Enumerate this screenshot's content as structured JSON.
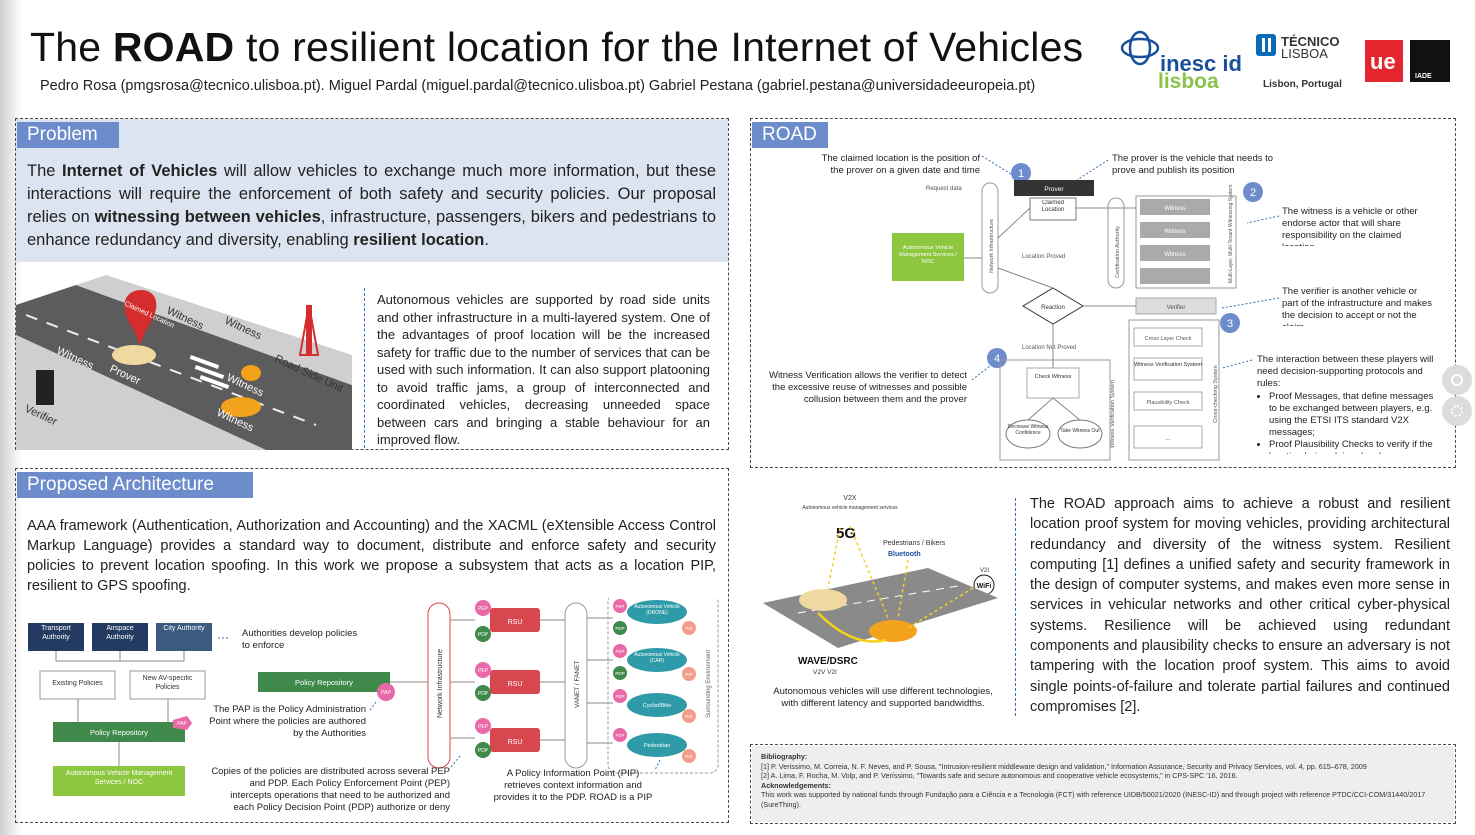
{
  "header": {
    "title_pre": "The ",
    "title_bold": "ROAD",
    "title_post": " to resilient location for the Internet of Vehicles",
    "authors": "Pedro Rosa (pmgsrosa@tecnico.ulisboa.pt).  Miguel Pardal (miguel.pardal@tecnico.ulisboa.pt)  Gabriel Pestana (gabriel.pestana@universidadeeuropeia.pt)"
  },
  "logos": {
    "inesc_top": "inesc id",
    "inesc_bottom": "lisboa",
    "tecnico_top": "TÉCNICO",
    "tecnico_bottom": "LISBOA",
    "city": "Lisbon, Portugal",
    "ue": "ue",
    "iade": "IADE"
  },
  "problem": {
    "heading": "Problem",
    "p1": "The ",
    "b1": "Internet of Vehicles",
    "p2": " will allow vehicles to exchange much more information, but these interactions will require the enforcement of both safety and security policies. Our proposal relies on ",
    "b2": "witnessing between vehicles",
    "p3": ", infrastructure, passengers, bikers and pedestrians to enhance redundancy and diversity, enabling ",
    "b3": "resilient location",
    "p4": ".",
    "text": "Autonomous vehicles are supported by road side units and other infrastructure in a multi-layered system. One of the advantages of proof location will be the increased safety for traffic due to the number of services that can be used with such information. It can also support platooning to avoid traffic jams, a group of interconnected and coordinated vehicles, decreasing unneeded space between cars and bringing a stable behaviour for an improved flow.",
    "illustration": {
      "claimed": "Claimed Location",
      "witness": "Witness",
      "prover": "Prover",
      "verifier": "Verifier",
      "rsu": "Road Side Unit"
    }
  },
  "architecture": {
    "heading": "Proposed Architecture",
    "text": "AAA framework (Authentication, Authorization and Accounting) and the XACML (eXtensible Access Control Markup Language) provides a standard way to document, distribute and enforce safety and security policies to prevent location spoofing. In this work we propose a subsystem that acts as a location PIP, resilient to GPS spoofing.",
    "transport": "Transport Authority",
    "airspace": "Airspace Authority",
    "city": "City Authority",
    "authorities_note": "Authorities develop policies to enforce",
    "existing": "Existing Policies",
    "new_av": "New AV-specific Policies",
    "policy_repo": "Policy Repository",
    "pap": "PAP",
    "pep": "PEP",
    "pdp": "PDP",
    "pip": "PIP",
    "avms": "Autonomous Vehicle Management Services / NOC",
    "pap_note": "The PAP is the Policy Administration Point where the policies are authored by the Authorities",
    "net_infra": "Network Infrastructure",
    "rsu": "RSU",
    "vanet": "VANET / FANET",
    "surrounding": "Surrounding Environment",
    "drone": "Autonomous Vehicle (DRONE)",
    "car": "Autonomous Vehicle (CAR)",
    "cyclist": "Cyclist/Bike",
    "pedestrian": "Pedestrian",
    "copies_note": "Copies of the policies are distributed across several PEP and PDP. Each Policy Enforcement Point (PEP) intercepts operations that need to be authorized and each Policy Decision Point (PDP) authorize or deny",
    "pip_note": "A Policy Information Point (PIP) retrieves context information and provides it to the PDP. ROAD is a PIP"
  },
  "road": {
    "heading": "ROAD",
    "claimed_note": "The claimed location is the position of the prover on a given date and time",
    "prover_note": "The prover is the vehicle that needs to prove and publish its position",
    "witness_note": "The witness is a vehicle or other endorse actor that will share responsibility on the claimed location",
    "verifier_note": "The verifier is another vehicle or part of the infrastructure and makes the decision to accept or not the claim",
    "interaction_note": "The interaction between these players will need decision-supporting protocols and rules:",
    "bullet1": "Proof Messages, that define messages to be exchanged between players, e.g. using the ETSI ITS standard V2X messages;",
    "bullet2": "Proof Plausibility Checks to verify if the location being claimed makes sense.",
    "verif_note": "Witness Verification allows the verifier to detect the excessive reuse of witnesses and possible collusion between them and the prover",
    "request_data": "Request data",
    "prover": "Prover",
    "claimed_loc": "Claimed Location",
    "avms": "Autonomous Vehicle Management Services / NOC",
    "net_infra": "Network Infrastructure",
    "cert_auth": "Certification Authority",
    "witness": "Witness",
    "multi_layer": "Multi-Layer, Multi-Tenant Witnessing System",
    "location_proved": "Location Proved",
    "reaction": "Reaction",
    "verifier": "Verifier",
    "cross_layer": "Cross Layer Check",
    "witness_verif_sys": "Witness Verification System",
    "plausibility": "Plausibility Check",
    "ellipsis": "...",
    "cross_checking": "Cross-checking System",
    "not_proved": "Location Not Proved",
    "check_witness": "Check Witness",
    "decrease": "Decrease Witness Confidence",
    "take_out": "Take Witness Out",
    "wvs": "Witness Verification System",
    "n1": "1",
    "n2": "2",
    "n3": "3",
    "n4": "4",
    "v2x": "V2X",
    "v2x_sub": "Autonomous vehicle management services",
    "five_g": "5G",
    "peds": "Pedestrians / Bikers",
    "bluetooth": "Bluetooth",
    "v2i": "V2I",
    "wifi": "WiFi",
    "wave": "WAVE/DSRC",
    "wave_sub": "V2V  V2I",
    "tech_note": "Autonomous vehicles will use different technologies, with different latency and supported bandwidths.",
    "text": "The ROAD approach aims to achieve a robust and resilient location proof system for moving vehicles, providing architectural redundancy and diversity of the witness system. Resilient computing [1] defines a unified safety and security framework in the design of computer systems, and makes even more sense in services in vehicular networks and other critical cyber-physical systems. Resilience will be achieved using redundant components and plausibility checks to ensure an adversary is not tampering with the location proof system. This aims to avoid single points-of-failure and tolerate partial failures and continued compromises [2]."
  },
  "bibliography": {
    "heading": "Bibliography:",
    "ref1": "[1] P. Verissimo, M. Correia, N. F. Neves, and P. Sousa, \"Intrusion-resilient middleware design and validation,\" Information Assurance, Security and Privacy Services, vol. 4, pp. 615–678, 2009",
    "ref2": "[2] A. Lima, F. Rocha, M. Volp, and P. Veríssimo, \"Towards safe and secure autonomous and cooperative vehicle ecosystems,\" in CPS-SPC '16, 2016.",
    "ack_heading": "Acknowledgements:",
    "ack": "This work was supported by national funds through Fundação para a Ciência e a Tecnologia (FCT) with reference UIDB/50021/2020 (INESC-ID) and through project with reference PTDC/CCI-COM/31440/2017 (SureThing)."
  },
  "colors": {
    "accent": "#6d8ccc",
    "problem_bg": "#dde4f1",
    "navy": "#233a63",
    "green": "#3f8a4a",
    "red": "#d8474e",
    "teal": "#2f9aa8"
  }
}
